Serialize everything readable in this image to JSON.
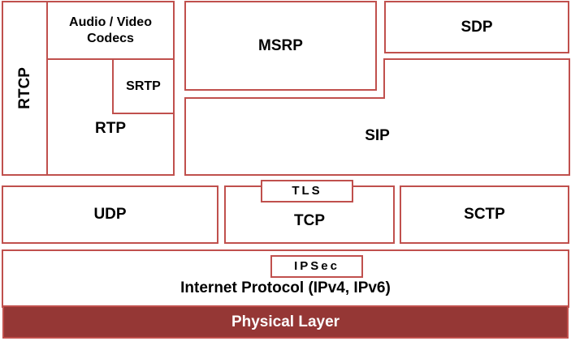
{
  "diagram": {
    "rtcp": "RTCP",
    "codecs_line1": "Audio / Video",
    "codecs_line2": "Codecs",
    "srtp": "SRTP",
    "rtp": "RTP",
    "msrp": "MSRP",
    "sdp": "SDP",
    "sip": "SIP",
    "udp": "UDP",
    "tls": "TLS",
    "tcp": "TCP",
    "sctp": "SCTP",
    "ipsec": "IPSec",
    "ip": "Internet Protocol (IPv4, IPv6)",
    "physical": "Physical Layer"
  },
  "colors": {
    "border": "#c0504d",
    "physical_fill": "#953735"
  }
}
